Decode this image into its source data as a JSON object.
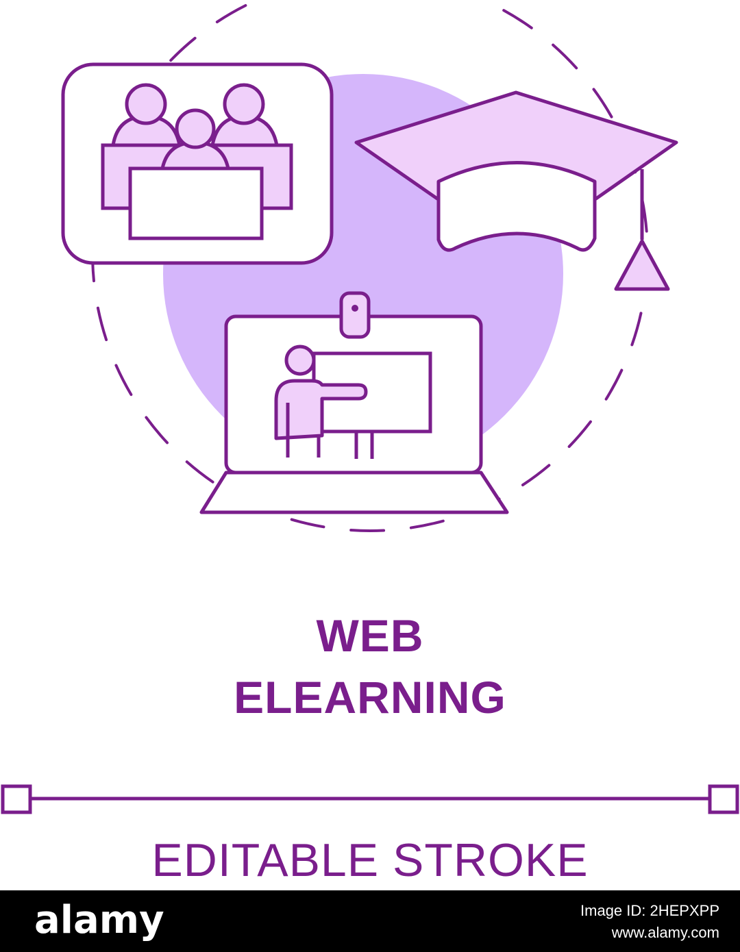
{
  "colors": {
    "stroke": "#7a1e8c",
    "light_fill": "#f0d0fa",
    "blob_fill": "#d5b6fb",
    "background": "#ffffff",
    "footer_bg": "#000000",
    "footer_text": "#ffffff"
  },
  "icons": {
    "dashed_circle": "dashed-circle-icon",
    "audience": "audience-icon",
    "graduation_cap": "graduation-cap-icon",
    "laptop": "laptop-icon",
    "webcam": "webcam-icon",
    "teacher": "teacher-icon",
    "whiteboard": "whiteboard-icon"
  },
  "title": {
    "line1": "WEB",
    "line2": "ELEARNING"
  },
  "caption": "EDITABLE STROKE",
  "footer": {
    "logo": "alamy",
    "image_id_line": "Image ID: 2HEPXPP",
    "url": "www.alamy.com"
  }
}
